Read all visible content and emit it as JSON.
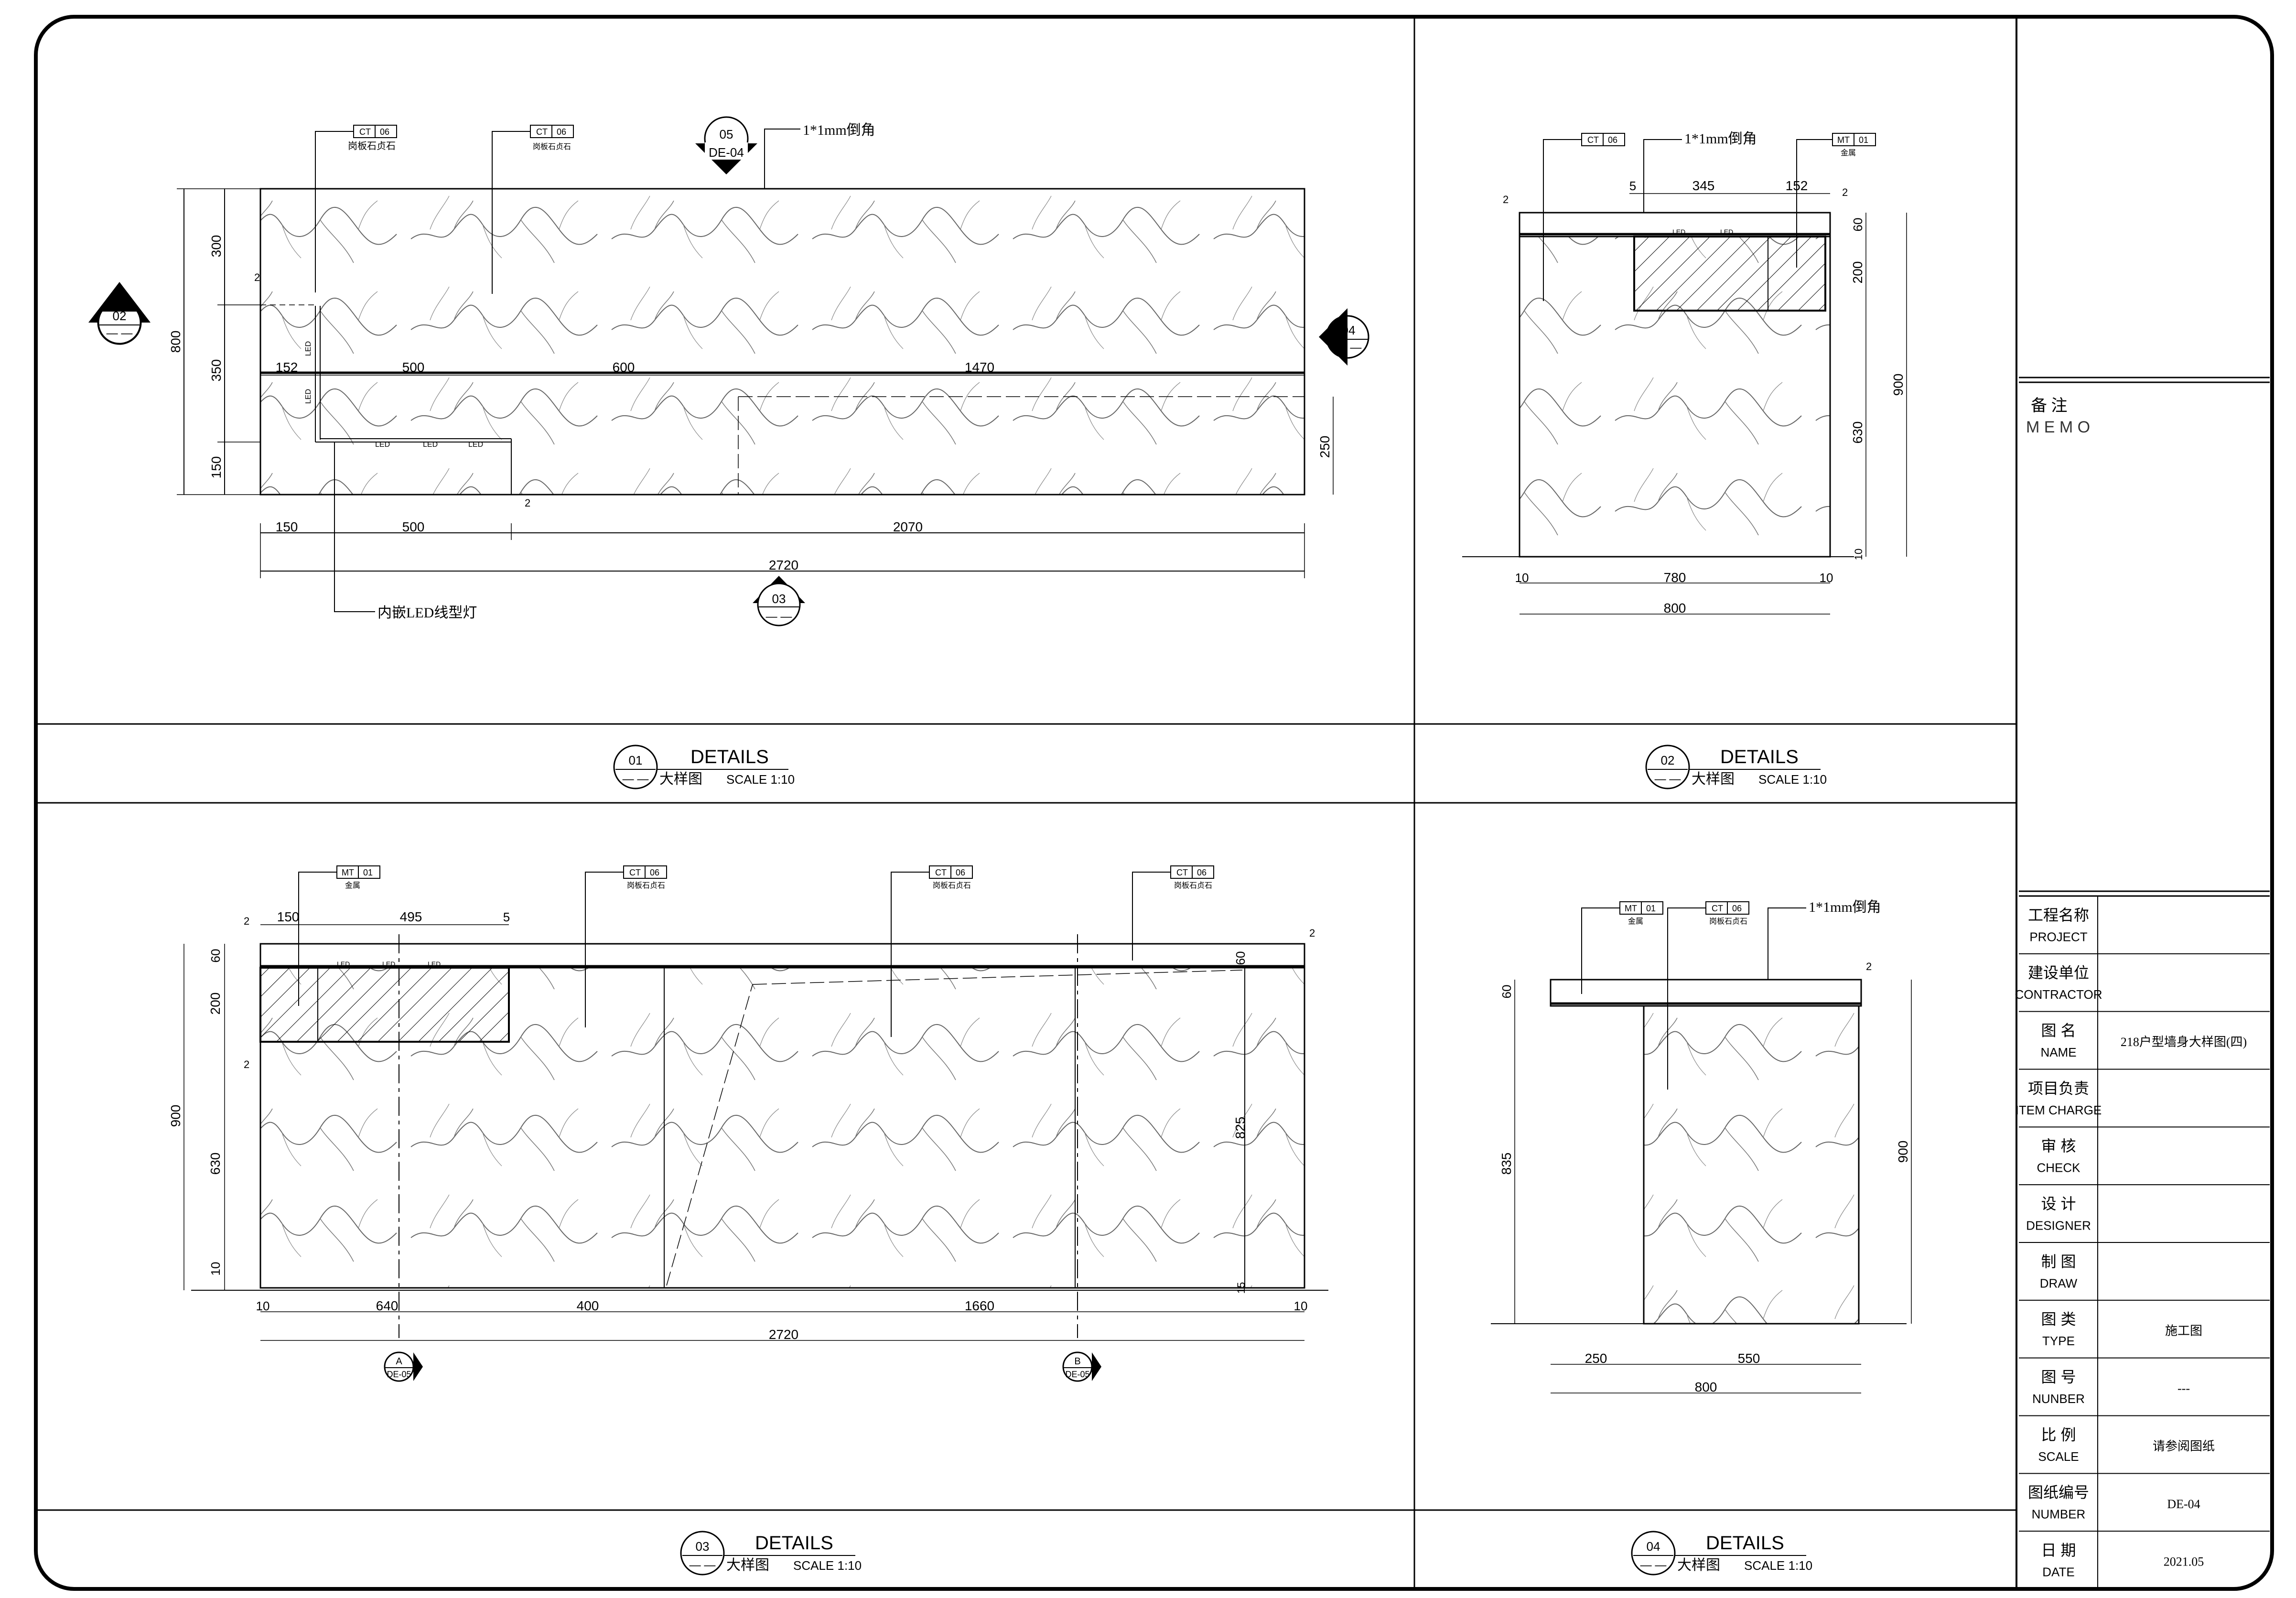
{
  "panels": [
    {
      "id": "01",
      "title": "DETAILS",
      "subtitle": "大样图",
      "scale": "SCALE  1:10",
      "dash": "— —"
    },
    {
      "id": "02",
      "title": "DETAILS",
      "subtitle": "大样图",
      "scale": "SCALE  1:10",
      "dash": "— —"
    },
    {
      "id": "03",
      "title": "DETAILS",
      "subtitle": "大样图",
      "scale": "SCALE  1:10",
      "dash": "— —"
    },
    {
      "id": "04",
      "title": "DETAILS",
      "subtitle": "大样图",
      "scale": "SCALE  1:10",
      "dash": "— —"
    }
  ],
  "tags": {
    "ct06": "CT",
    "ct06_num": "06",
    "mt01": "MT",
    "mt01_num": "01",
    "ct06_desc_a": "岗板石贞石",
    "ct06_desc_b": "岗板石贞石",
    "mt01_desc": "金属"
  },
  "notes": {
    "chamfer": "1*1mm倒角",
    "led_light": "内嵌LED线型灯",
    "led": "LED"
  },
  "section_markers": {
    "m05_num": "05",
    "m05_ref": "DE-04",
    "m02_num": "02",
    "m02_ref": "— —",
    "m04_num": "04",
    "m04_ref": "— —",
    "m03_num": "03",
    "m03_ref": "— —",
    "mA_num": "A",
    "mA_ref": "DE-05",
    "mB_num": "B",
    "mB_ref": "DE-05"
  },
  "dims_01": {
    "left_300": "300",
    "left_350": "350",
    "left_150": "150",
    "left_800": "800",
    "top_152": "152",
    "top_500": "500",
    "top_600": "600",
    "top_1470": "1470",
    "bot_150": "150",
    "bot_500": "500",
    "bot_2070": "2070",
    "total": "2720",
    "right_250": "250",
    "small_2a": "2",
    "small_2b": "2"
  },
  "dims_02": {
    "top_5": "5",
    "top_345": "345",
    "top_152": "152",
    "right_60": "60",
    "right_200": "200",
    "right_630": "630",
    "right_10": "10",
    "right_900": "900",
    "bot_10a": "10",
    "bot_780": "780",
    "bot_10b": "10",
    "total": "800",
    "small_2a": "2",
    "small_2b": "2"
  },
  "dims_03": {
    "top_150": "150",
    "top_495": "495",
    "top_5": "5",
    "left_2a": "2",
    "left_60": "60",
    "left_200": "200",
    "left_2b": "2",
    "left_630": "630",
    "left_10": "10",
    "left_900": "900",
    "right_60": "60",
    "right_825": "825",
    "right_15": "15",
    "bot_10a": "10",
    "bot_640": "640",
    "bot_400": "400",
    "bot_1660": "1660",
    "bot_10b": "10",
    "total": "2720",
    "small_2": "2"
  },
  "dims_04": {
    "left_60": "60",
    "left_835": "835",
    "right_900": "900",
    "bot_250": "250",
    "bot_550": "550",
    "total": "800",
    "small_2": "2"
  },
  "memo": {
    "label": "备    注",
    "label_en": "M E M O"
  },
  "title_block": [
    {
      "cn": "工程名称",
      "en": "PROJECT",
      "value": ""
    },
    {
      "cn": "建设单位",
      "en": "CONTRACTOR",
      "value": ""
    },
    {
      "cn": "图    名",
      "en": "NAME",
      "value": "218户型墙身大样图(四)"
    },
    {
      "cn": "项目负责",
      "en": "ITEM CHARGE",
      "value": ""
    },
    {
      "cn": "审    核",
      "en": "CHECK",
      "value": ""
    },
    {
      "cn": "设    计",
      "en": "DESIGNER",
      "value": ""
    },
    {
      "cn": "制    图",
      "en": "DRAW",
      "value": ""
    },
    {
      "cn": "图    类",
      "en": "TYPE",
      "value": "施工图"
    },
    {
      "cn": "图    号",
      "en": "NUNBER",
      "value": "---"
    },
    {
      "cn": "比    例",
      "en": "SCALE",
      "value": "请参阅图纸"
    },
    {
      "cn": "图纸编号",
      "en": "NUMBER",
      "value": "DE-04"
    },
    {
      "cn": "日    期",
      "en": "DATE",
      "value": "2021.05"
    }
  ]
}
